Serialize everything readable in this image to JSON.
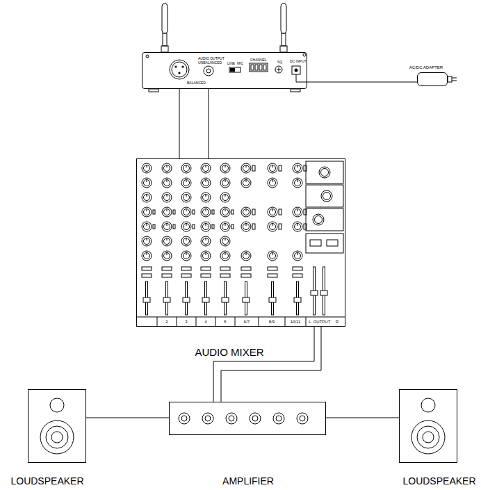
{
  "diagram": {
    "nodes": [
      {
        "text": [
          "BALANCED",
          "AUDIO OUTPUT",
          "UNBALANCED",
          "LINE",
          "MIC",
          "CHANNEL",
          "SQ",
          "DC INPUT"
        ]
      },
      {
        "text": [
          "AC/DC ADAPTER"
        ]
      },
      {
        "text": [
          "AUDIO MIXER"
        ]
      },
      {
        "text": [
          "LOUDSPEAKER"
        ]
      },
      {
        "text": [
          "AMPLIFIER"
        ]
      },
      {
        "text": [
          "LOUDSPEAKER"
        ]
      }
    ],
    "edges": [
      {
        "from": 0,
        "to": 2,
        "arrow": "none"
      },
      {
        "from": 0,
        "to": 2,
        "arrow": "none"
      },
      {
        "from": 1,
        "to": 0,
        "arrow": "none"
      },
      {
        "from": 2,
        "to": 4,
        "arrow": "none"
      },
      {
        "from": 2,
        "to": 4,
        "arrow": "none"
      },
      {
        "from": 4,
        "to": 3,
        "arrow": "none"
      },
      {
        "from": 4,
        "to": 5,
        "arrow": "none"
      }
    ],
    "labels": [
      "2",
      "3",
      "4",
      "5",
      "6/7",
      "8/9",
      "10/11",
      "L",
      "OUTPUT",
      "R"
    ]
  }
}
